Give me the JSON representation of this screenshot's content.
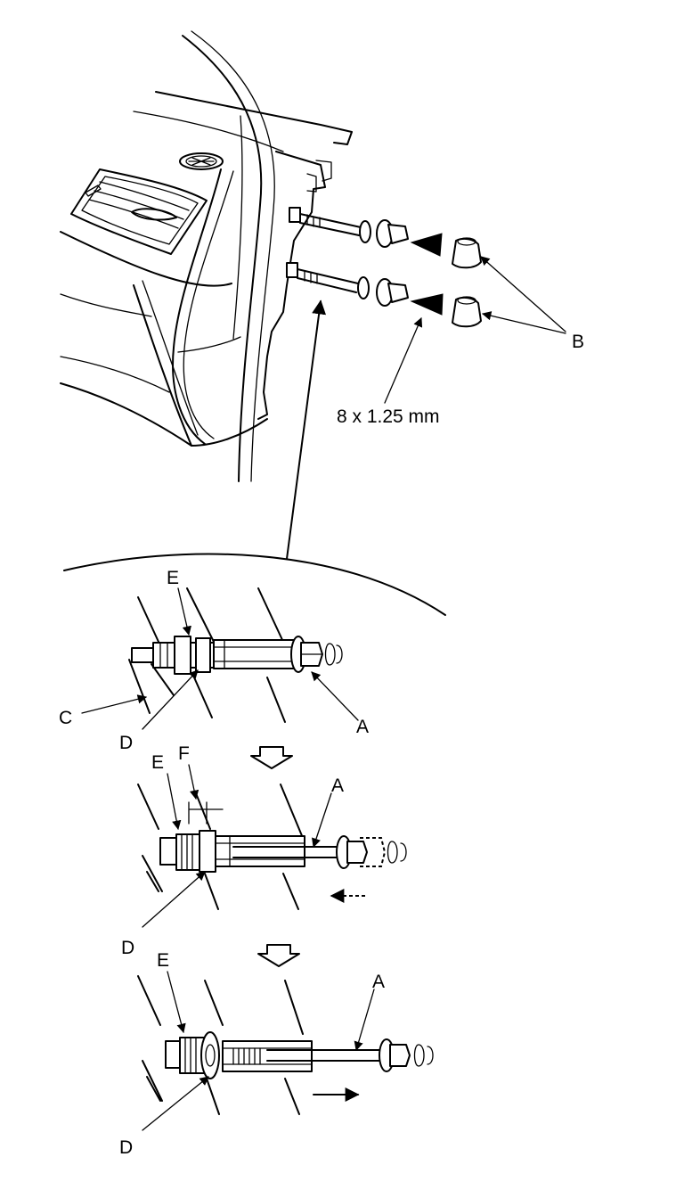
{
  "callouts": {
    "A": "A",
    "B": "B",
    "C": "C",
    "D": "D",
    "E": "E",
    "F": "F"
  },
  "spec": "8 x 1.25 mm"
}
